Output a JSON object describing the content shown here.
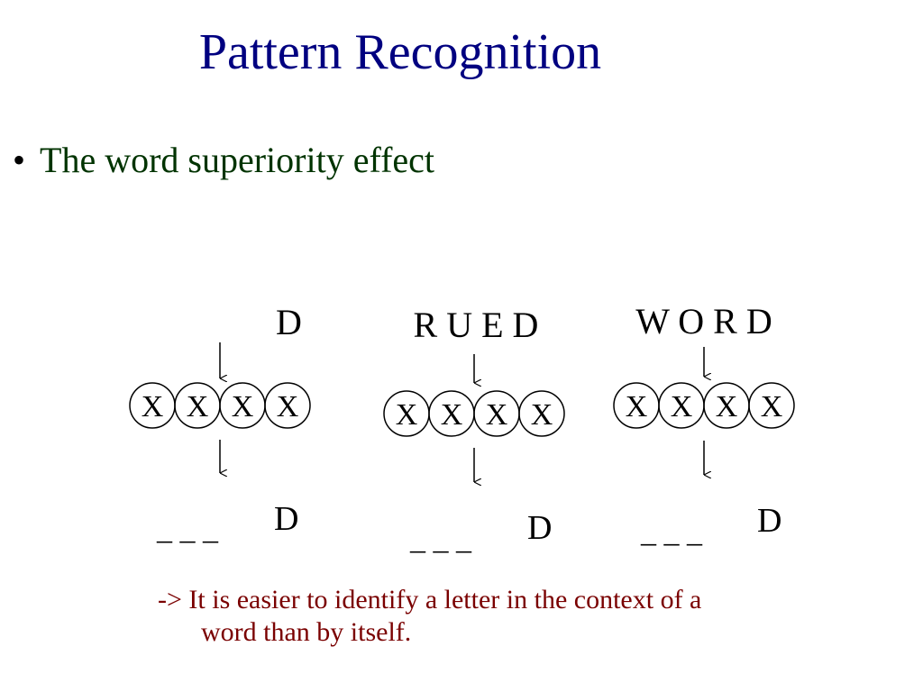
{
  "slide": {
    "title": "Pattern Recognition",
    "bullet": "The word superiority effect",
    "bullet_symbol": "•",
    "note_line1": "-> It is easier to identify a letter in the context of a",
    "note_line2": "word than by itself."
  },
  "diagram": {
    "panels": [
      {
        "stimulus": "D",
        "mask": [
          "X",
          "X",
          "X",
          "X"
        ],
        "blanks": "_ _ _",
        "answer": "D"
      },
      {
        "stimulus": "R U E D",
        "mask": [
          "X",
          "X",
          "X",
          "X"
        ],
        "blanks": "_ _ _",
        "answer": "D"
      },
      {
        "stimulus": "W O R D",
        "mask": [
          "X",
          "X",
          "X",
          "X"
        ],
        "blanks": "_ _ _",
        "answer": "D"
      }
    ]
  },
  "colors": {
    "title": "#000080",
    "bullet": "#003300",
    "note": "#7a0000",
    "ink": "#000000"
  }
}
